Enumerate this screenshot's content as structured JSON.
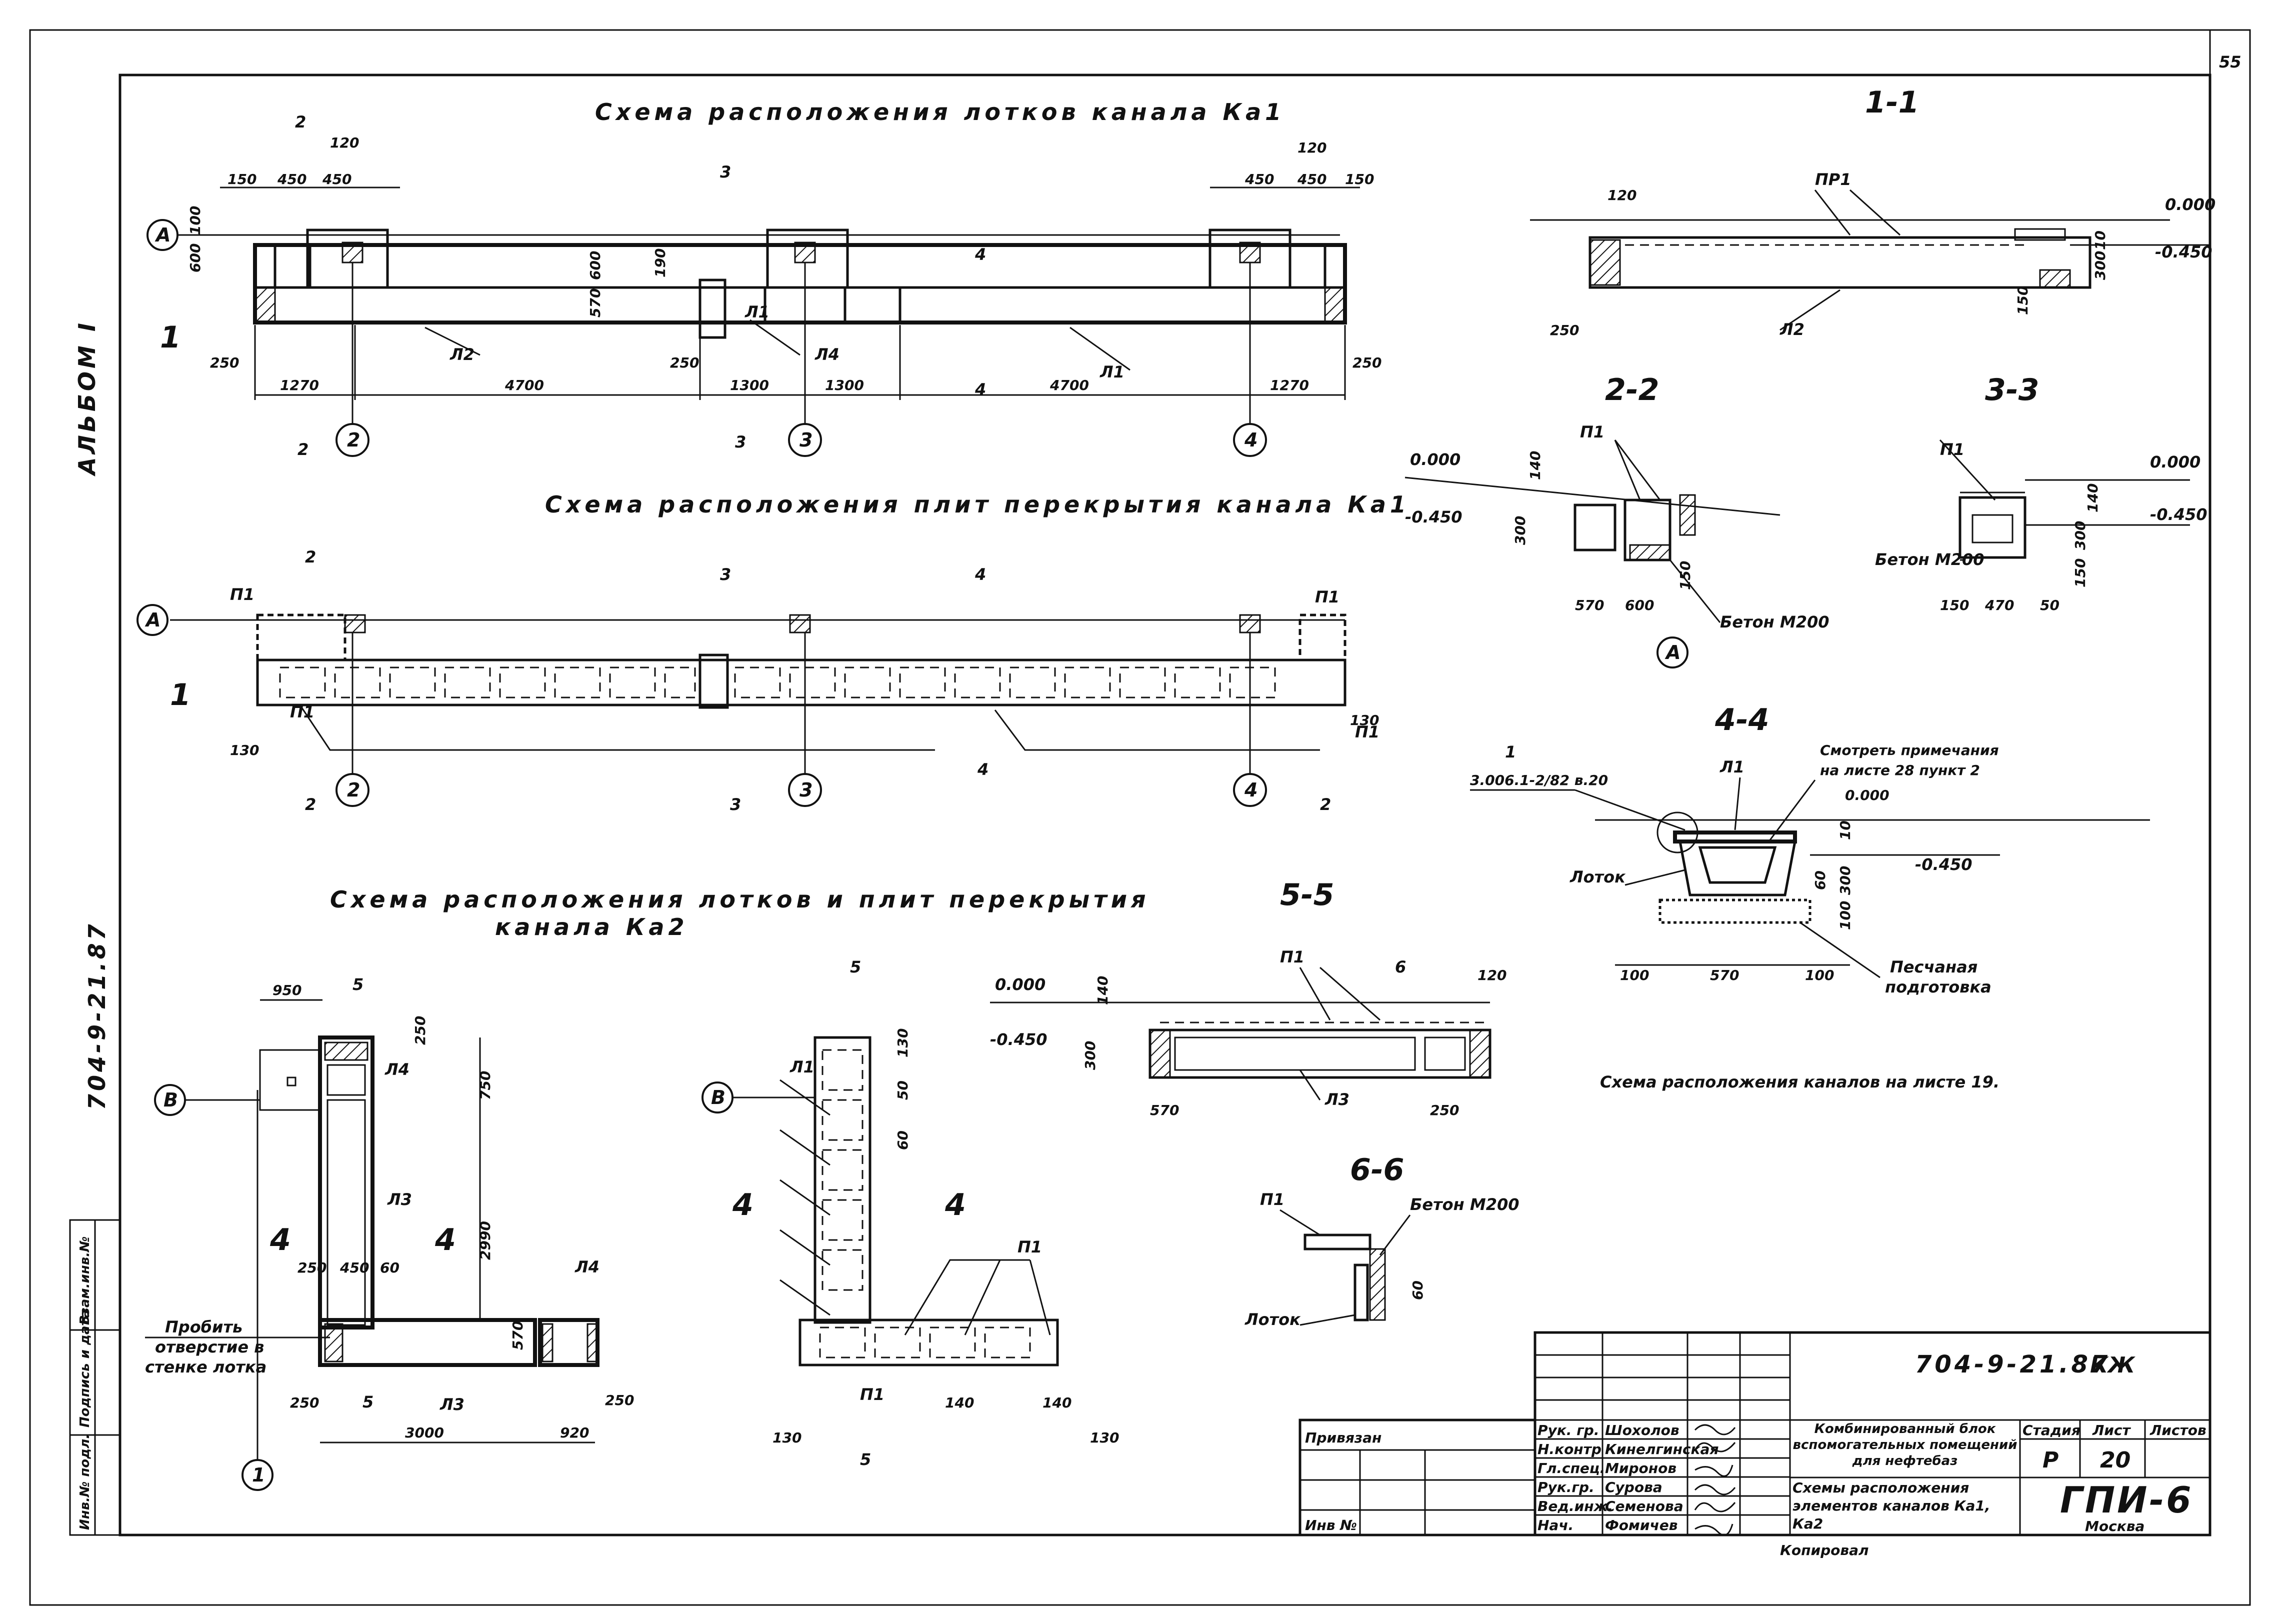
{
  "sheet": {
    "page_no": "55"
  },
  "side": {
    "album": "АЛЬБОМ I",
    "designation": "704-9-21.87"
  },
  "stamp": {
    "inv_no": "Инв.№ подл.",
    "sign_date": "Подпись и дата",
    "vzam": "Взам.инв.№"
  },
  "plan_trays": {
    "title": "Схема расположения лотков канала Ка1",
    "dims": [
      "2",
      "120",
      "150",
      "450",
      "450",
      "100",
      "600",
      "600",
      "190",
      "570",
      "250",
      "250",
      "1270",
      "4700",
      "1300",
      "1300",
      "4700",
      "1270",
      "250",
      "120",
      "450",
      "450",
      "150",
      "2"
    ],
    "labels": [
      "Л2",
      "Л4",
      "Л1",
      "Л1"
    ],
    "cuts": [
      "2",
      "3",
      "4",
      "4",
      "3",
      "2",
      "1"
    ],
    "axes": [
      "А",
      "2",
      "3",
      "4"
    ]
  },
  "plan_slabs": {
    "title": "Схема расположения плит перекрытия канала Ка1",
    "labels": [
      "П1",
      "П1",
      "П1",
      "П1"
    ],
    "dims": [
      "130",
      "130"
    ],
    "cuts": [
      "2",
      "3",
      "4",
      "1",
      "2",
      "3",
      "4",
      "2"
    ],
    "axes": [
      "А",
      "2",
      "3",
      "4"
    ]
  },
  "ka2": {
    "title_1": "Схема расположения лотков и плит перекрытия",
    "title_2": "канала Ка2",
    "labels": [
      "Л4",
      "Л3",
      "Л3",
      "Л4"
    ],
    "dims": [
      "950",
      "250",
      "750",
      "2990",
      "250",
      "450",
      "60",
      "570",
      "250",
      "3000",
      "920",
      "250"
    ],
    "note": [
      "Пробить",
      "отверстие в",
      "стенке лотка"
    ],
    "cuts": [
      "5",
      "5",
      "4",
      "4"
    ],
    "axes": [
      "В",
      "1"
    ]
  },
  "ka2_slabs": {
    "labels": [
      "Л1",
      "П1",
      "П1"
    ],
    "dims": [
      "130",
      "50",
      "60",
      "130",
      "140",
      "140",
      "130"
    ],
    "cuts": [
      "5",
      "4",
      "4",
      "5"
    ],
    "axes": [
      "В"
    ]
  },
  "sec_1_1": {
    "title": "1-1",
    "labels": [
      "ПР1",
      "Л2"
    ],
    "levels": [
      "0.000",
      "-0.450"
    ],
    "dims": [
      "120",
      "250",
      "300",
      "10",
      "150"
    ]
  },
  "sec_2_2": {
    "title": "2-2",
    "labels": [
      "П1",
      "Бетон М200"
    ],
    "levels": [
      "0.000",
      "-0.450"
    ],
    "dims": [
      "140",
      "300",
      "570",
      "600",
      "150"
    ],
    "axes": [
      "А"
    ]
  },
  "sec_3_3": {
    "title": "3-3",
    "labels": [
      "П1",
      "Бетон М200"
    ],
    "levels": [
      "0.000",
      "-0.450"
    ],
    "dims": [
      "140",
      "300",
      "150",
      "150",
      "470",
      "50"
    ]
  },
  "sec_4_4": {
    "title": "4-4",
    "ref": "1",
    "ref_code": "3.006.1-2/82 в.20",
    "note": [
      "Смотреть примечания",
      "на листе 28 пункт 2"
    ],
    "labels": [
      "Л1",
      "Лоток",
      "Песчаная",
      "подготовка"
    ],
    "levels": [
      "0.000",
      "-0.450"
    ],
    "dims": [
      "10",
      "60",
      "300",
      "100",
      "100",
      "570",
      "100"
    ]
  },
  "sec_5_5": {
    "title": "5-5",
    "labels": [
      "П1",
      "Л3"
    ],
    "levels": [
      "0.000",
      "-0.450"
    ],
    "dims": [
      "140",
      "300",
      "570",
      "250",
      "120"
    ],
    "cut": "6"
  },
  "sec_6_6": {
    "title": "6-6",
    "labels": [
      "П1",
      "Бетон М200",
      "Лоток"
    ],
    "dims": [
      "60"
    ]
  },
  "note_bottom": "Схема расположения каналов на листе 19.",
  "title_block": {
    "code": "704-9-21.87",
    "mark": "КЖ",
    "binding": "Привязан",
    "inv": "Инв №",
    "roles": [
      "Рук. гр.",
      "Н.контр",
      "Гл.спец.",
      "Рук.гр.",
      "Вед.инж.",
      "Нач."
    ],
    "names": [
      "Шохолов",
      "Кинелгинская",
      "Миронов",
      "Сурова",
      "Семенова",
      "Фомичев"
    ],
    "project": "Комбинированный блок вспомогательных помещений для нефтебаз",
    "sheet_title": "Схемы расположения элементов каналов Ка1, Ка2",
    "stage_h": "Стадия",
    "sheet_h": "Лист",
    "sheets_h": "Листов",
    "stage": "Р",
    "sheet": "20",
    "org": "ГПИ-6",
    "city": "Москва",
    "copied": "Копировал"
  }
}
